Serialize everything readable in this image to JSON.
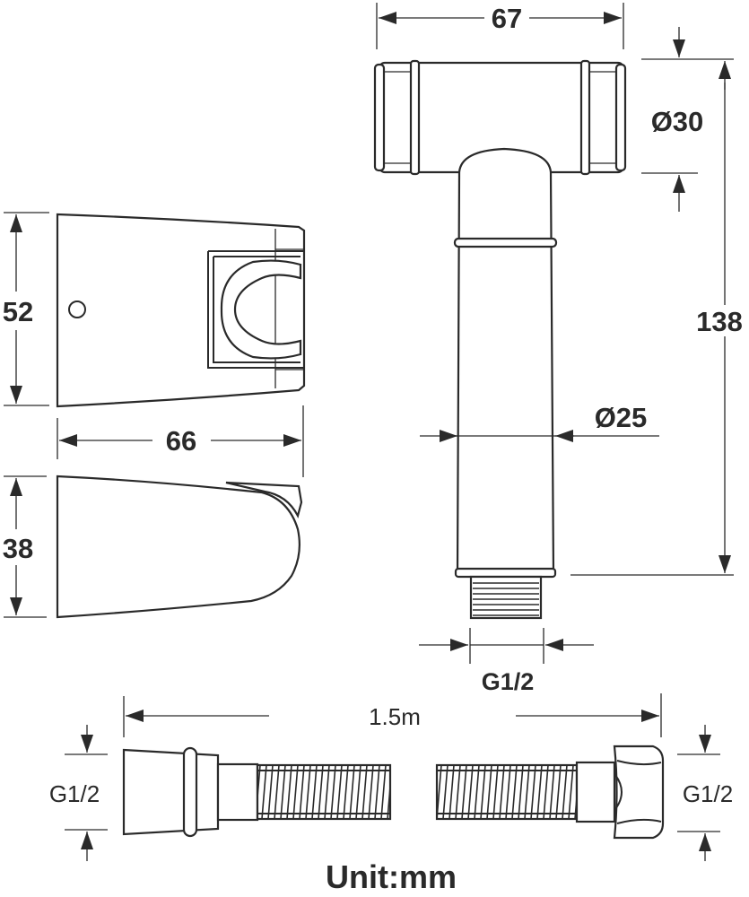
{
  "dimensions": {
    "handle_length": "67",
    "head_diameter": "Ø30",
    "handle_height": "138",
    "body_diameter": "Ø25",
    "handle_thread": "G1/2",
    "holder_height": "52",
    "holder_width": "66",
    "holder_depth": "38",
    "hose_length": "1.5m",
    "hose_left_thread": "G1/2",
    "hose_right_thread": "G1/2"
  },
  "footer": {
    "unit": "Unit:mm"
  }
}
